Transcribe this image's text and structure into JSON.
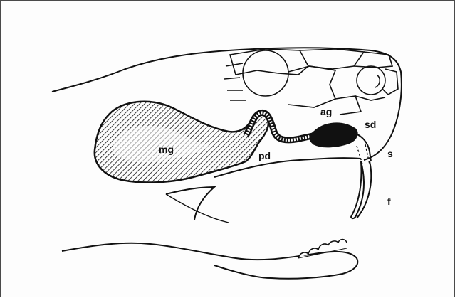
{
  "figure": {
    "labels": {
      "mg": "mg",
      "pd": "pd",
      "ag": "ag",
      "sd": "sd",
      "s": "s",
      "f": "f"
    }
  }
}
